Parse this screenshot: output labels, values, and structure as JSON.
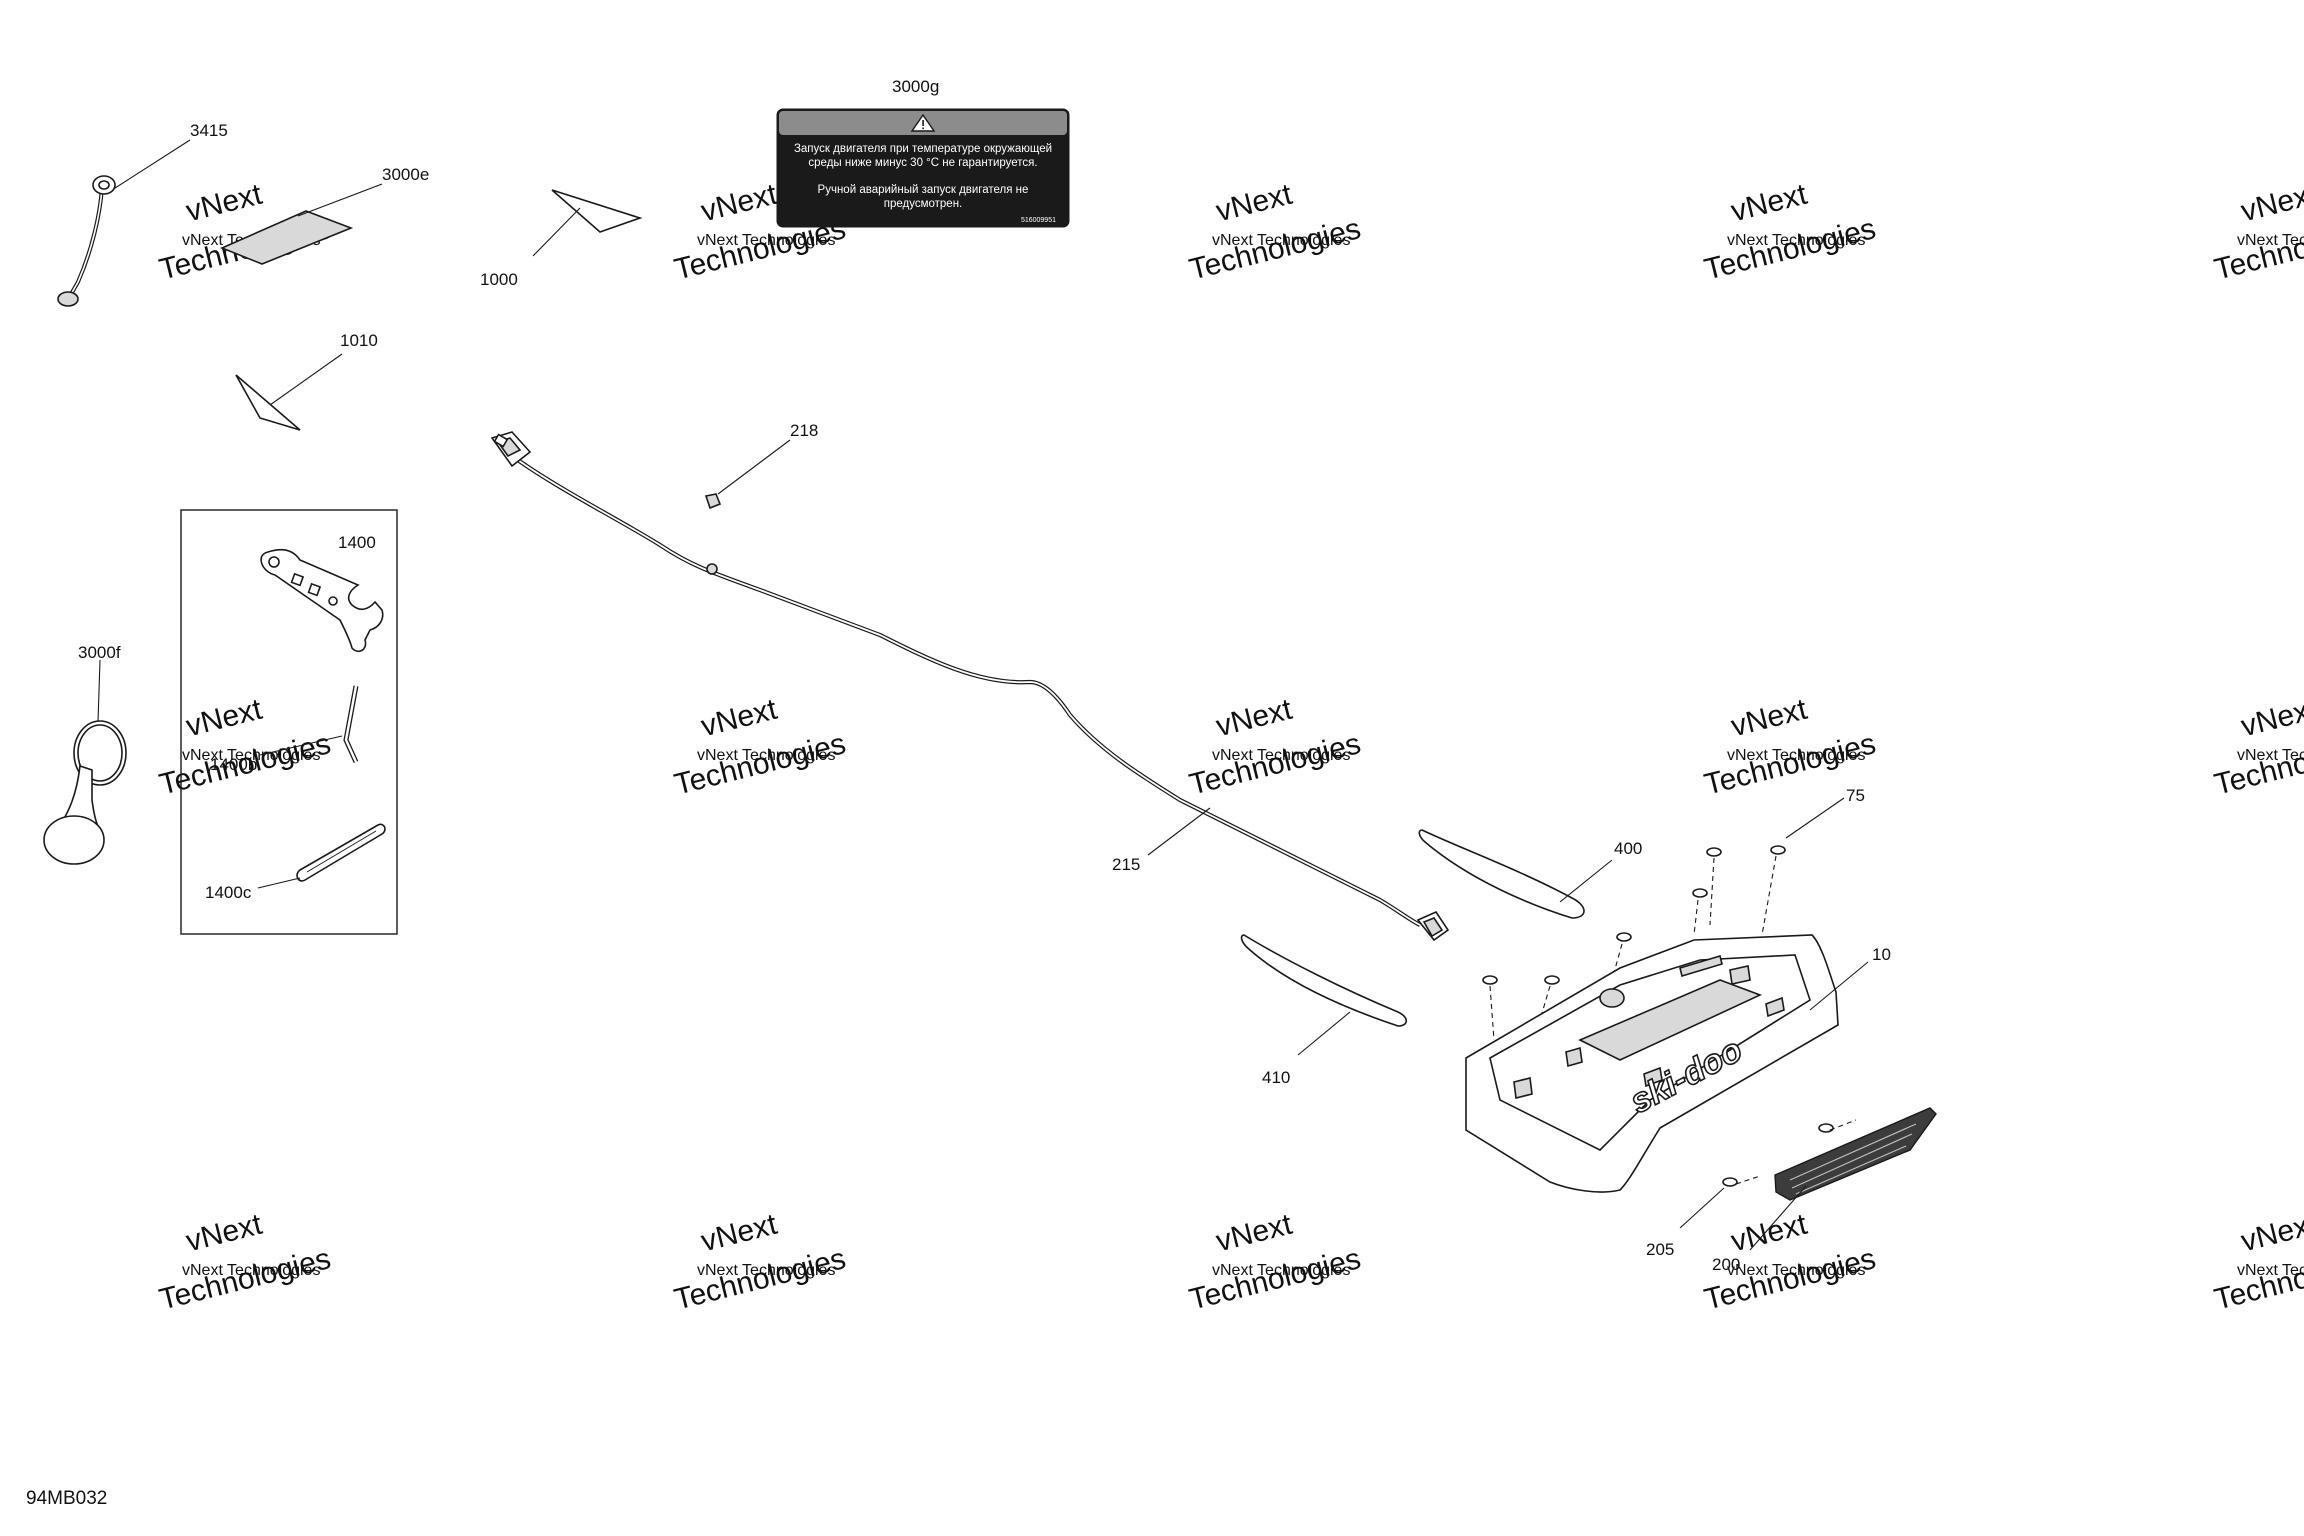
{
  "diagram": {
    "code": "94MB032",
    "watermark": {
      "line1": "vNext Technologies",
      "line2": "Technologies",
      "line3": "vNext"
    },
    "callouts": {
      "c3415": "3415",
      "c3000e": "3000e",
      "c3000g": "3000g",
      "c1000": "1000",
      "c1010": "1010",
      "c218": "218",
      "c1400": "1400",
      "c3000f": "3000f",
      "c1400b": "1400b",
      "c1400c": "1400c",
      "c215": "215",
      "c400": "400",
      "c75": "75",
      "c10": "10",
      "c410": "410",
      "c205": "205",
      "c200": "200"
    },
    "warning_label": {
      "line1": "Запуск двигателя при температуре окружающей",
      "line2": "среды ниже минус 30 °C не гарантируется.",
      "line3": "Ручной аварийный запуск двигателя не",
      "line4": "предусмотрен.",
      "code": "516009951"
    },
    "brand_logo": "ski-doo"
  }
}
